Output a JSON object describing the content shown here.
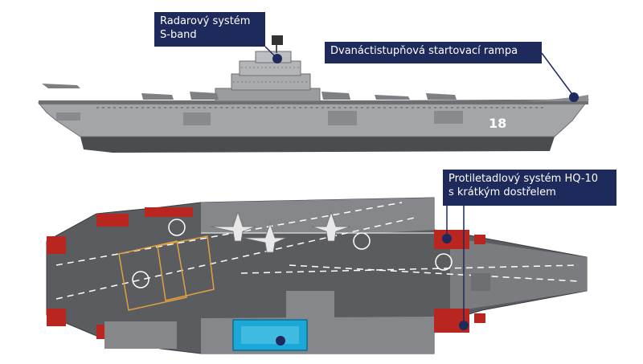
{
  "labels": {
    "radar": {
      "line1": "Radarový systém",
      "line2": "S-band"
    },
    "ramp": {
      "text": "Dvanáctistupňová startovací rampa"
    },
    "hq10": {
      "line1": "Protiletadlový systém HQ-10",
      "line2": "s krátkým dostřelem"
    }
  },
  "hull_number": "18",
  "colors": {
    "callout_bg": "#1f2a5c",
    "callout_text": "#ffffff",
    "hull": "#a3a5a8",
    "hull_dark": "#4a4c50",
    "deck": "#5a5c60",
    "deck_edge": "#b9251f",
    "marker": "#1f2a5c",
    "highlight": "#1ba7d8",
    "elevator": "#e0a040"
  }
}
